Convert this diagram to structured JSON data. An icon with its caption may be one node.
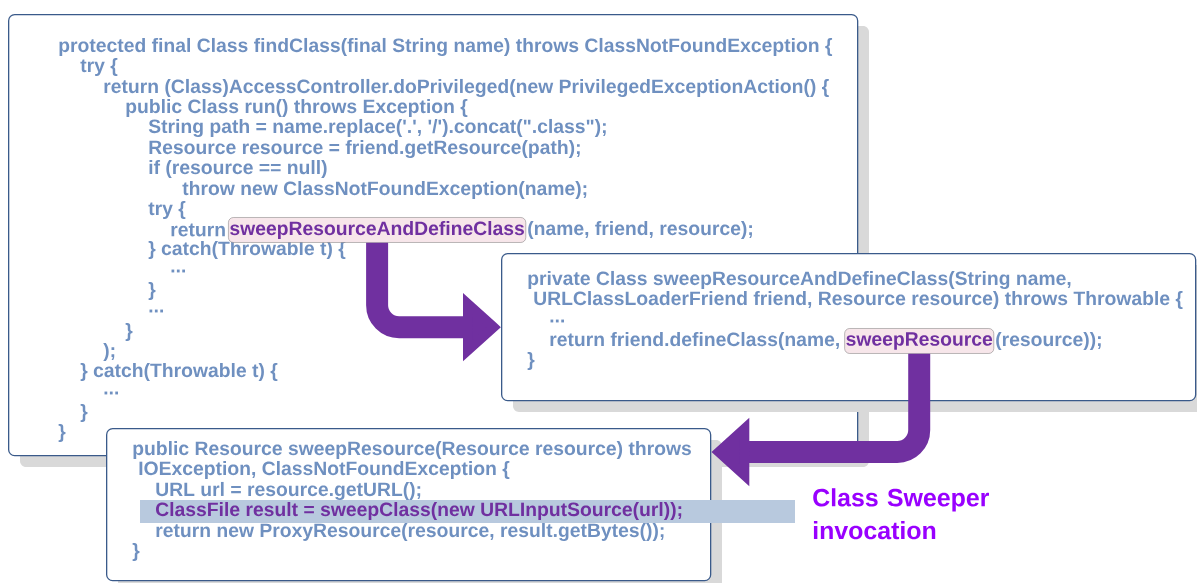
{
  "diagram": {
    "nodes": [
      {
        "text": [
          "protected final Class findClass(final String name) throws ClassNotFoundException {",
          "try {",
          "return (Class)AccessController.doPrivileged(new PrivilegedExceptionAction() {",
          "public Class run() throws Exception {",
          "String path = name.replace('.', '/').concat(\".class\");",
          "Resource resource = friend.getResource(path);",
          "if (resource == null)",
          "throw new ClassNotFoundException(name);",
          "try {",
          "return",
          "(name, friend, resource);",
          "} catch(Throwable t) {",
          "...",
          "}",
          "...",
          "}",
          ");",
          "} catch(Throwable t) {",
          "...",
          "}",
          "}"
        ]
      },
      {
        "text": [
          "sweepResourceAndDefineClass"
        ],
        "in": 0
      },
      {
        "text": [
          "private Class sweepResourceAndDefineClass(String name,",
          "URLClassLoaderFriend friend, Resource resource) throws Throwable {",
          "...",
          "return friend.defineClass(name,",
          "(resource));",
          "}"
        ]
      },
      {
        "text": [
          "sweepResource"
        ],
        "in": 2
      },
      {
        "text": [
          "public Resource sweepResource(Resource resource) throws",
          "IOException, ClassNotFoundException {",
          "URL url = resource.getURL();",
          "return new ProxyResource(resource, result.getBytes());",
          "}"
        ]
      },
      {
        "text": [
          "ClassFile result = sweepClass(new URLInputSource(url));"
        ],
        "beside": [
          "Class Sweeper invocation"
        ]
      }
    ],
    "edges": [
      {
        "from": 1,
        "to": 2,
        "arrow": "to"
      },
      {
        "from": 3,
        "to": 4,
        "arrow": "to"
      }
    ]
  }
}
